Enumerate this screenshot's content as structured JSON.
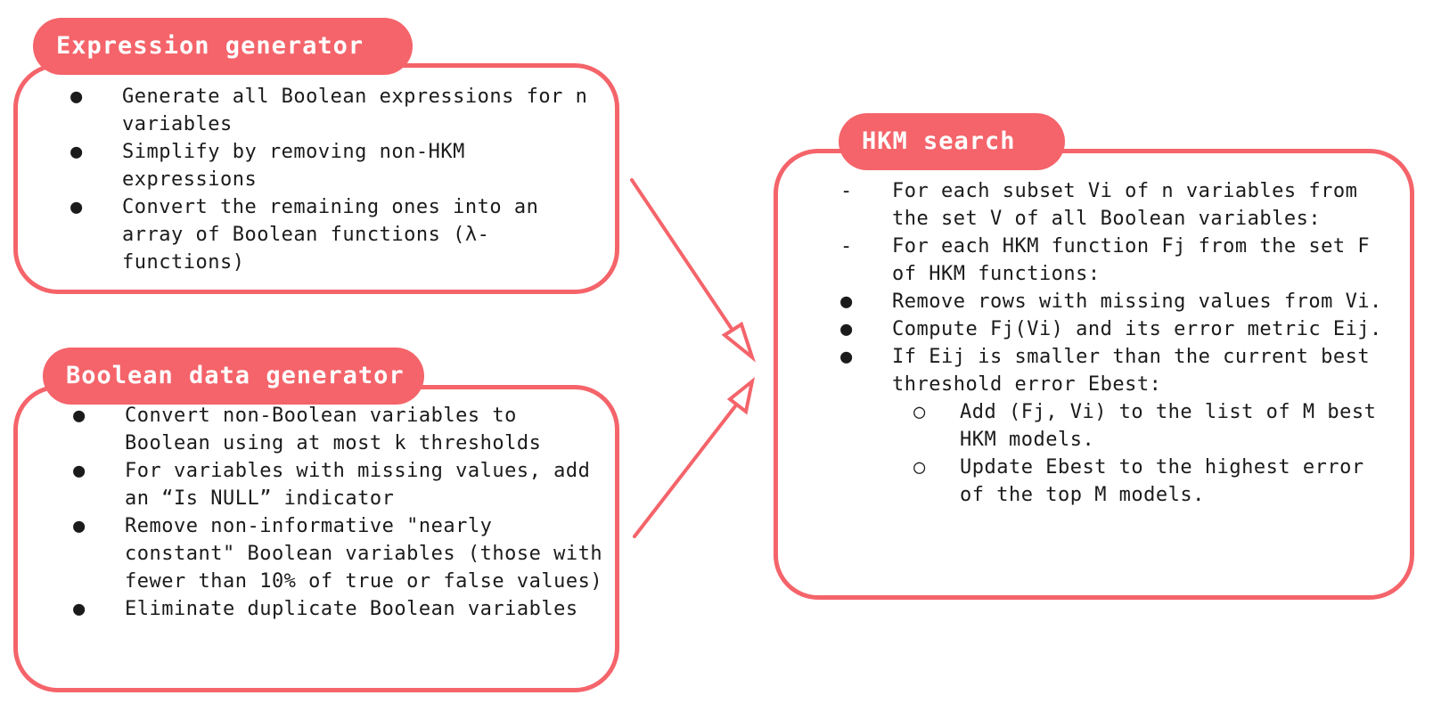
{
  "colors": {
    "accent": "#f4646a",
    "text": "#1b1b1b",
    "background": "#ffffff"
  },
  "expression_generator": {
    "title": "Expression generator",
    "items": [
      "Generate all Boolean expressions for n variables",
      "Simplify by removing non-HKM expressions",
      "Convert the remaining ones into an array of Boolean functions (λ-functions)"
    ]
  },
  "boolean_data_generator": {
    "title": "Boolean data generator",
    "items": [
      "Convert non-Boolean variables to Boolean using at most k thresholds",
      "For variables with missing values, add an “Is NULL” indicator",
      "Remove non-informative \"nearly constant\" Boolean variables (those with fewer than 10% of true or false values)",
      "Eliminate duplicate Boolean variables"
    ]
  },
  "hkm_search": {
    "title": "HKM search",
    "steps": [
      "For each subset Vi of n variables from the set V of all Boolean variables:",
      "For each HKM function Fj from the set F of HKM functions:",
      "Remove rows with missing values from Vi.",
      "Compute Fj(Vi) and its error metric Eij.",
      "If Eij is smaller than the current best threshold error Ebest:"
    ],
    "substeps": [
      "Add (Fj, Vi) to the list of M best HKM models.",
      "Update Ebest to the highest error of the top M models."
    ]
  },
  "bullets": {
    "dot": "●",
    "dash": "-",
    "circle": "○"
  }
}
